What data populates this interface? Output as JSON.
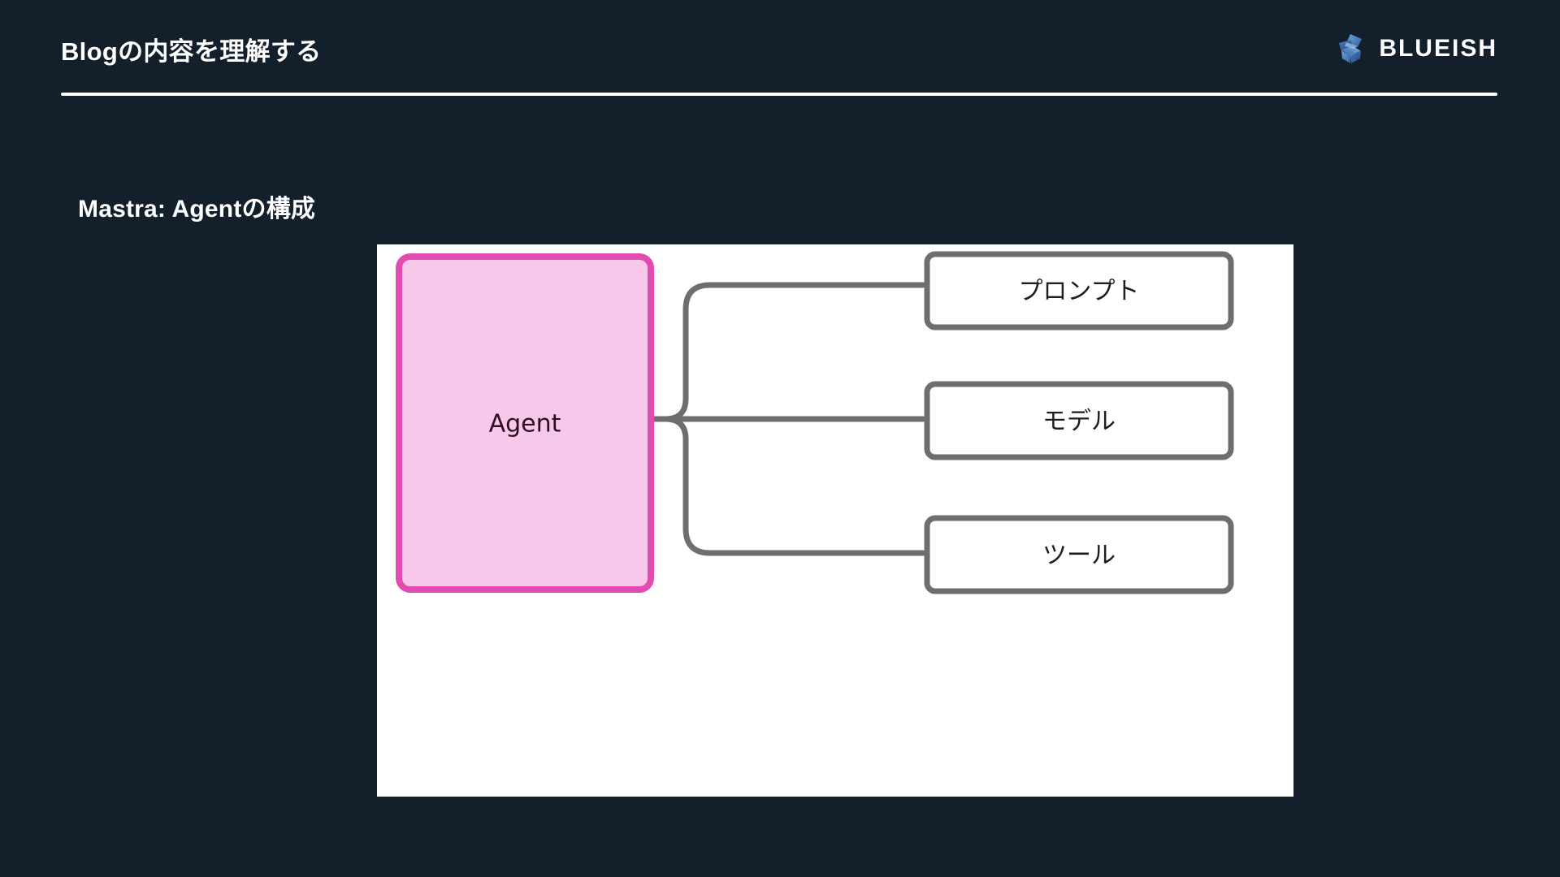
{
  "header": {
    "title": "Blogの内容を理解する",
    "brand_name": "BLUEISH",
    "brand_icon": "blueish-crystal-logo-icon",
    "rule_color": "#ffffff"
  },
  "slide": {
    "background_color": "#141f2c",
    "section_title": "Mastra: Agentの構成"
  },
  "diagram": {
    "panel_background": "#ffffff",
    "type": "block-diagram",
    "connector_color": "#6e6e6e",
    "main_node": {
      "label": "Agent",
      "fill": "#f7c8ea",
      "border": "#e24bb0"
    },
    "component_nodes": [
      {
        "label": "プロンプト",
        "fill": "#ffffff",
        "border": "#6e6e6e"
      },
      {
        "label": "モデル",
        "fill": "#ffffff",
        "border": "#6e6e6e"
      },
      {
        "label": "ツール",
        "fill": "#ffffff",
        "border": "#6e6e6e"
      }
    ],
    "edges": [
      {
        "from": "プロンプト",
        "to": "Agent",
        "arrow": "left"
      },
      {
        "from": "モデル",
        "to": "Agent",
        "arrow": "left"
      },
      {
        "from": "ツール",
        "to": "Agent",
        "arrow": "left"
      }
    ]
  }
}
